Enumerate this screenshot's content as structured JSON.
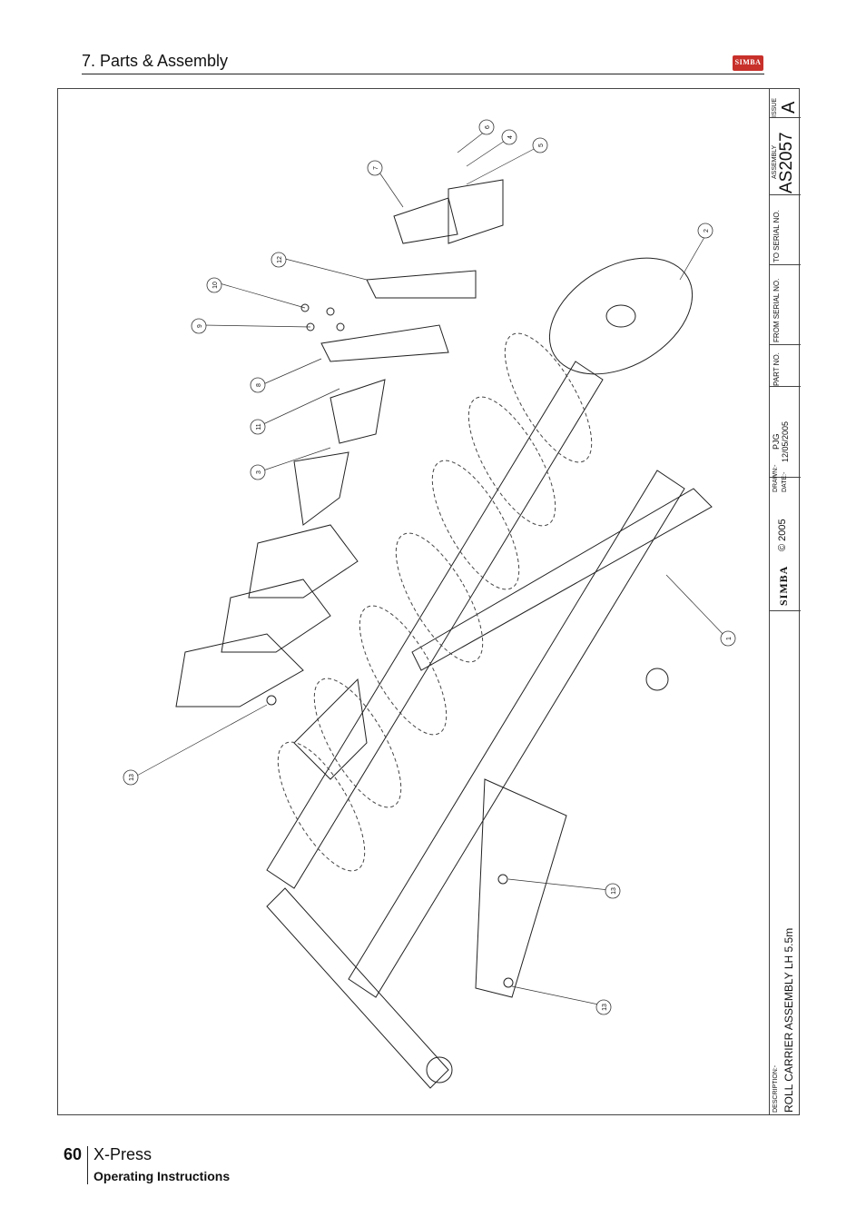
{
  "header": {
    "section_title": "7. Parts & Assembly",
    "logo_text": "SIMBA"
  },
  "titleblock": {
    "issue_label": "ISSUE",
    "issue_value": "A",
    "assembly_label": "ASSEMBLY",
    "assembly_value": "AS2057",
    "to_serial_label": "TO SERIAL NO.",
    "from_serial_label": "FROM SERIAL NO.",
    "part_no_label": "PART NO.",
    "drawn_label": "DRAWN:-",
    "drawn_value": "PJG",
    "date_label": "DATE:-",
    "date_value": "12/05/2005",
    "copyright": "© 2005",
    "brand": "SIMBA",
    "description_label": "DESCRIPTION:-",
    "description_value": "ROLL CARRIER ASSEMBLY LH 5.5m"
  },
  "callouts": [
    "6",
    "4",
    "5",
    "7",
    "2",
    "12",
    "10",
    "9",
    "8",
    "11",
    "3",
    "1",
    "13",
    "13",
    "13"
  ],
  "footer": {
    "page_number": "60",
    "product": "X-Press",
    "subtitle": "Operating Instructions"
  },
  "colors": {
    "logo_red": "#c8302a",
    "line": "#222222"
  }
}
